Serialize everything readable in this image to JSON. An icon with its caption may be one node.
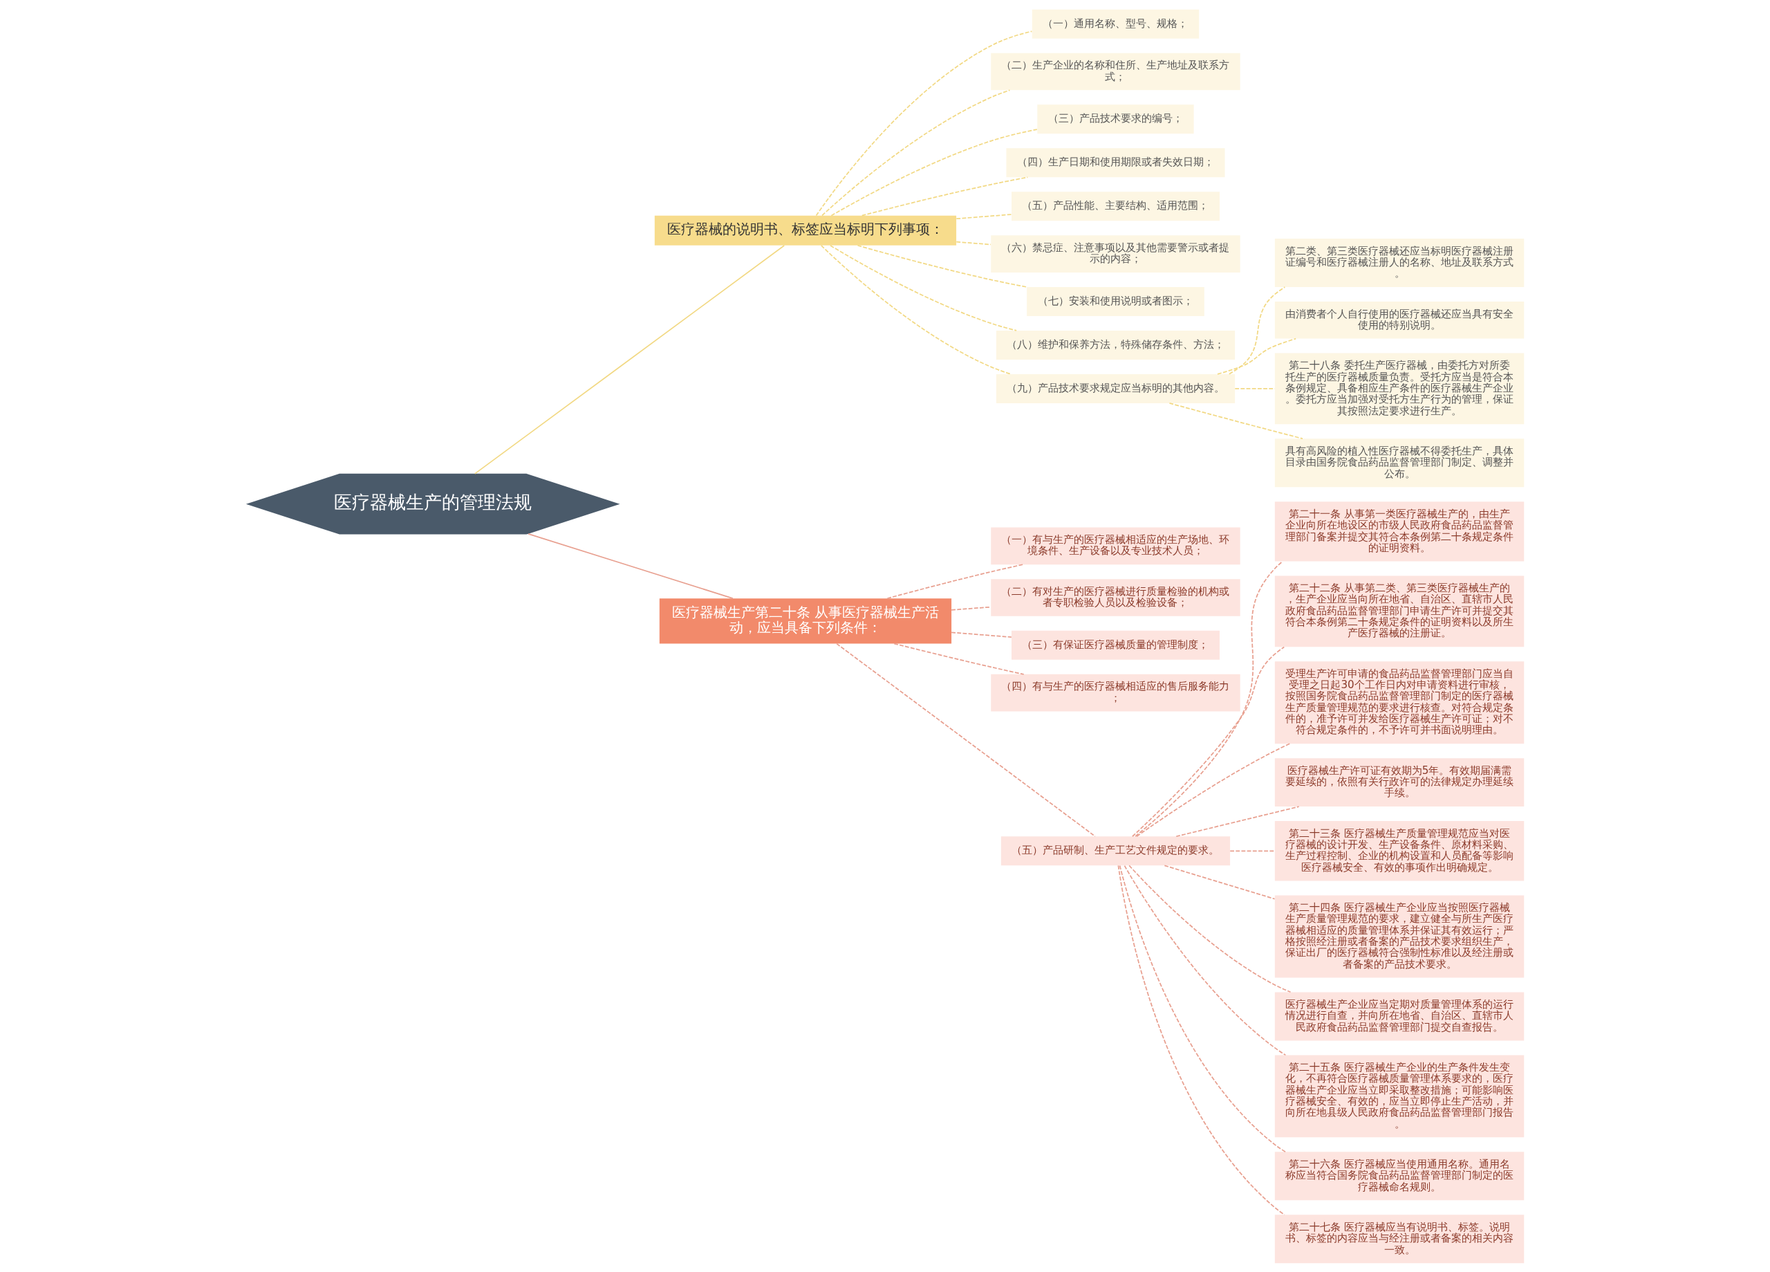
{
  "diagram": {
    "nodes": [
      {
        "text": [
          "医疗器械生产的管理法规"
        ]
      },
      {
        "text": [
          "医疗器械的说明书、标签应当标明下列事项："
        ]
      },
      {
        "text": [
          "（一）通用名称、型号、规格；"
        ]
      },
      {
        "text": [
          "（二）生产企业的名称和住所、生产地址及联系方式；"
        ]
      },
      {
        "text": [
          "（三）产品技术要求的编号；"
        ]
      },
      {
        "text": [
          "（四）生产日期和使用期限或者失效日期；"
        ]
      },
      {
        "text": [
          "（五）产品性能、主要结构、适用范围；"
        ]
      },
      {
        "text": [
          "（六）禁忌症、注意事项以及其他需要警示或者提示的内容；"
        ]
      },
      {
        "text": [
          "（七）安装和使用说明或者图示；"
        ]
      },
      {
        "text": [
          "（八）维护和保养方法，特殊储存条件、方法；"
        ]
      },
      {
        "text": [
          "（九）产品技术要求规定应当标明的其他内容。"
        ]
      },
      {
        "text": [
          "第二类、第三类医疗器械还应当标明医疗器械注册证编号和医疗器械注册人的名称、地址及联系方式。"
        ]
      },
      {
        "text": [
          "由消费者个人自行使用的医疗器械还应当具有安全使用的特别说明。"
        ]
      },
      {
        "text": [
          "第二十八条 委托生产医疗器械，由委托方对所委托生产的医疗器械质量负责。受托方应当是符合本条例规定、具备相应生产条件的医疗器械生产企业。委托方应当加强对受托方生产行为的管理，保证其按照法定要求进行生产。"
        ]
      },
      {
        "text": [
          "具有高风险的植入性医疗器械不得委托生产，具体目录由国务院食品药品监督管理部门制定、调整并公布。"
        ]
      },
      {
        "text": [
          "医疗器械生产第二十条 从事医疗器械生产活动，应当具备下列条件："
        ]
      },
      {
        "text": [
          "（一）有与生产的医疗器械相适应的生产场地、环境条件、生产设备以及专业技术人员；"
        ]
      },
      {
        "text": [
          "（二）有对生产的医疗器械进行质量检验的机构或者专职检验人员以及检验设备；"
        ]
      },
      {
        "text": [
          "（三）有保证医疗器械质量的管理制度；"
        ]
      },
      {
        "text": [
          "（四）有与生产的医疗器械相适应的售后服务能力；"
        ]
      },
      {
        "text": [
          "（五）产品研制、生产工艺文件规定的要求。"
        ]
      },
      {
        "text": [
          "第二十一条 从事第一类医疗器械生产的，由生产企业向所在地设区的市级人民政府食品药品监督管理部门备案并提交其符合本条例第二十条规定条件的证明资料。"
        ]
      },
      {
        "text": [
          "第二十二条 从事第二类、第三类医疗器械生产的，生产企业应当向所在地省、自治区、直辖市人民政府食品药品监督管理部门申请生产许可并提交其符合本条例第二十条规定条件的证明资料以及所生产医疗器械的注册证。"
        ]
      },
      {
        "text": [
          "受理生产许可申请的食品药品监督管理部门应当自受理之日起30个工作日内对申请资料进行审核，按照国务院食品药品监督管理部门制定的医疗器械生产质量管理规范的要求进行核查。对符合规定条件的，准予许可并发给医疗器械生产许可证；对不符合规定条件的，不予许可并书面说明理由。"
        ]
      },
      {
        "text": [
          "医疗器械生产许可证有效期为5年。有效期届满需要延续的，依照有关行政许可的法律规定办理延续手续。"
        ]
      },
      {
        "text": [
          "第二十三条 医疗器械生产质量管理规范应当对医疗器械的设计开发、生产设备条件、原材料采购、生产过程控制、企业的机构设置和人员配备等影响医疗器械安全、有效的事项作出明确规定。"
        ]
      },
      {
        "text": [
          "第二十四条 医疗器械生产企业应当按照医疗器械生产质量管理规范的要求，建立健全与所生产医疗器械相适应的质量管理体系并保证其有效运行；严格按照经注册或者备案的产品技术要求组织生产，保证出厂的医疗器械符合强制性标准以及经注册或者备案的产品技术要求。"
        ]
      },
      {
        "text": [
          "医疗器械生产企业应当定期对质量管理体系的运行情况进行自查，并向所在地省、自治区、直辖市人民政府食品药品监督管理部门提交自查报告。"
        ]
      },
      {
        "text": [
          "第二十五条 医疗器械生产企业的生产条件发生变化，不再符合医疗器械质量管理体系要求的，医疗器械生产企业应当立即采取整改措施；可能影响医疗器械安全、有效的，应当立即停止生产活动，并向所在地县级人民政府食品药品监督管理部门报告。"
        ]
      },
      {
        "text": [
          "第二十六条 医疗器械应当使用通用名称。通用名称应当符合国务院食品药品监督管理部门制定的医疗器械命名规则。"
        ]
      },
      {
        "text": [
          "第二十七条 医疗器械应当有说明书、标签。说明书、标签的内容应当与经注册或者备案的相关内容一致。"
        ]
      }
    ],
    "edges": [
      {
        "from": 0,
        "to": 1,
        "arrow": "none",
        "color": "#f2d985"
      },
      {
        "from": 1,
        "to": 2,
        "arrow": "none",
        "style": "dashed",
        "color": "#f2d985"
      },
      {
        "from": 1,
        "to": 3,
        "arrow": "none",
        "style": "dashed",
        "color": "#f2d985"
      },
      {
        "from": 1,
        "to": 4,
        "arrow": "none",
        "style": "dashed",
        "color": "#f2d985"
      },
      {
        "from": 1,
        "to": 5,
        "arrow": "none",
        "style": "dashed",
        "color": "#f2d985"
      },
      {
        "from": 1,
        "to": 6,
        "arrow": "none",
        "style": "dashed",
        "color": "#f2d985"
      },
      {
        "from": 1,
        "to": 7,
        "arrow": "none",
        "style": "dashed",
        "color": "#f2d985"
      },
      {
        "from": 1,
        "to": 8,
        "arrow": "none",
        "style": "dashed",
        "color": "#f2d985"
      },
      {
        "from": 1,
        "to": 9,
        "arrow": "none",
        "style": "dashed",
        "color": "#f2d985"
      },
      {
        "from": 1,
        "to": 10,
        "arrow": "none",
        "style": "dashed",
        "color": "#f2d985"
      },
      {
        "from": 10,
        "to": 11,
        "arrow": "none",
        "style": "dashed",
        "color": "#f2d985"
      },
      {
        "from": 10,
        "to": 12,
        "arrow": "none",
        "style": "dashed",
        "color": "#f2d985"
      },
      {
        "from": 10,
        "to": 13,
        "arrow": "none",
        "style": "dashed",
        "color": "#f2d985"
      },
      {
        "from": 10,
        "to": 14,
        "arrow": "none",
        "style": "dashed",
        "color": "#f2d985"
      },
      {
        "from": 0,
        "to": 15,
        "arrow": "none"
      },
      {
        "from": 15,
        "to": 16,
        "arrow": "none",
        "style": "dashed"
      },
      {
        "from": 15,
        "to": 17,
        "arrow": "none",
        "style": "dashed"
      },
      {
        "from": 15,
        "to": 18,
        "arrow": "none",
        "style": "dashed"
      },
      {
        "from": 15,
        "to": 19,
        "arrow": "none",
        "style": "dashed"
      },
      {
        "from": 15,
        "to": 20,
        "arrow": "none",
        "style": "dashed"
      },
      {
        "from": 20,
        "to": 21,
        "arrow": "none",
        "style": "dashed"
      },
      {
        "from": 20,
        "to": 22,
        "arrow": "none",
        "style": "dashed"
      },
      {
        "from": 20,
        "to": 23,
        "arrow": "none",
        "style": "dashed"
      },
      {
        "from": 20,
        "to": 24,
        "arrow": "none",
        "style": "dashed"
      },
      {
        "from": 20,
        "to": 25,
        "arrow": "none",
        "style": "dashed"
      },
      {
        "from": 20,
        "to": 26,
        "arrow": "none",
        "style": "dashed"
      },
      {
        "from": 20,
        "to": 27,
        "arrow": "none",
        "style": "dashed"
      },
      {
        "from": 20,
        "to": 28,
        "arrow": "none",
        "style": "dashed"
      },
      {
        "from": 20,
        "to": 29,
        "arrow": "none",
        "style": "dashed"
      },
      {
        "from": 20,
        "to": 30,
        "arrow": "none",
        "style": "dashed"
      }
    ]
  }
}
